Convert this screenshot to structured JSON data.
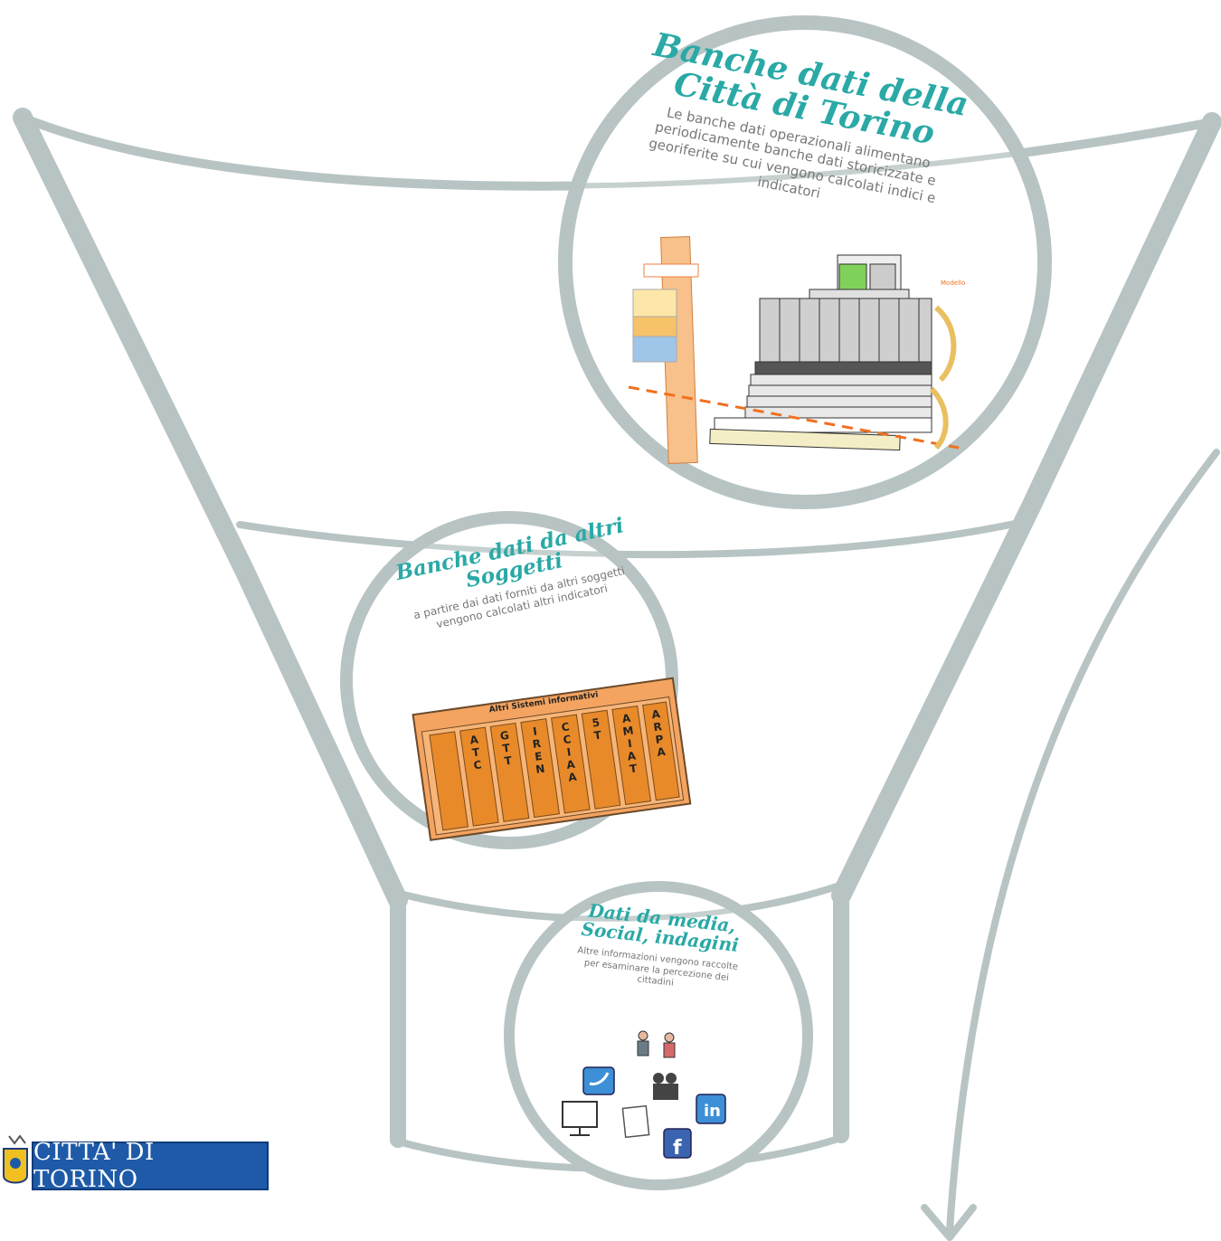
{
  "sections": {
    "citta": {
      "title_line1": "Banche dati della",
      "title_line2": "Città di Torino",
      "desc_line1": "Le banche dati operazionali  alimentano",
      "desc_line2": "periodicamente  banche dati storicizzate e",
      "desc_line3": "georiferite su cui vengono calcolati indici e",
      "desc_line4": "indicatori"
    },
    "altri": {
      "title_line1": "Banche dati da altri",
      "title_line2": "Soggetti",
      "desc_line1": "a partire dai dati forniti da altri soggetti",
      "desc_line2": "vengono calcolati altri indicatori",
      "box_title": "Altri Sistemi informativi",
      "columns": [
        "ATC",
        "GTT",
        "IREN",
        "CCIAA",
        "5T",
        "AMIAT",
        "ARPA"
      ]
    },
    "media": {
      "title_line1": "Dati da media,",
      "title_line2": "Social, indagini",
      "desc_line1": "Altre informazioni vengono raccolte",
      "desc_line2": "per esaminare la percezione dei",
      "desc_line3": "cittadini",
      "icons": [
        "twitter-icon",
        "monitor-icon",
        "document-icon",
        "camera-icon",
        "people-icon",
        "linkedin-icon",
        "facebook-icon"
      ]
    }
  },
  "logo": {
    "text": "CITTA' DI TORINO"
  },
  "colors": {
    "funnel": "#b7c4c3",
    "title": "#2aa9a6",
    "logo_blue": "#1e5aa8",
    "orange": "#f4a460"
  }
}
